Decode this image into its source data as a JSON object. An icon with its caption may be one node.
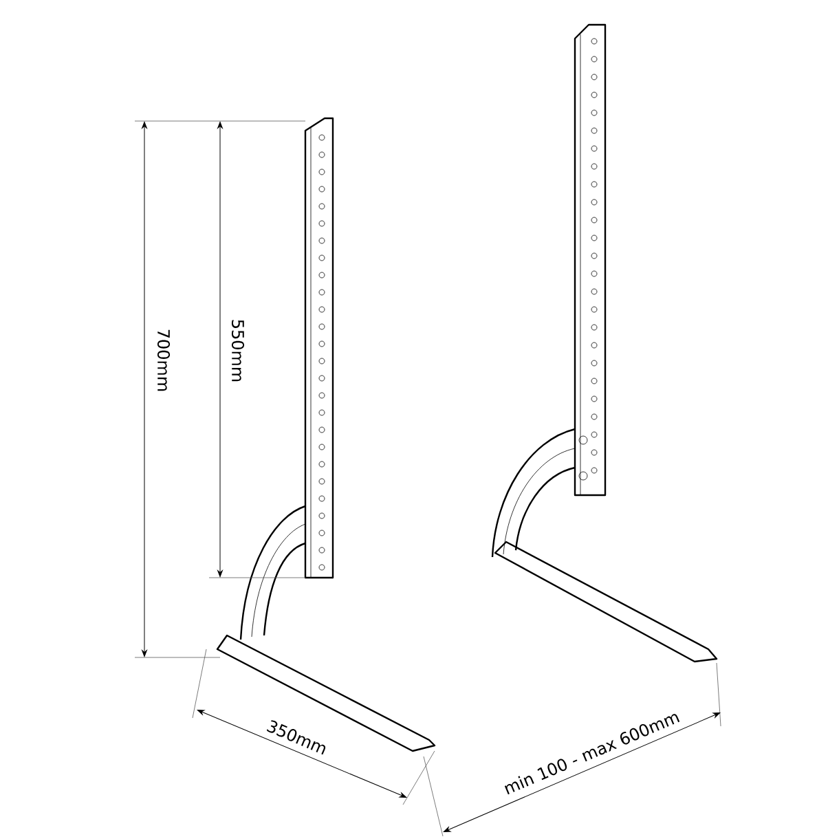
{
  "diagram": {
    "labels": [
      "700mm",
      "550mm",
      "350mm",
      "min 100 - max 600mm"
    ]
  }
}
